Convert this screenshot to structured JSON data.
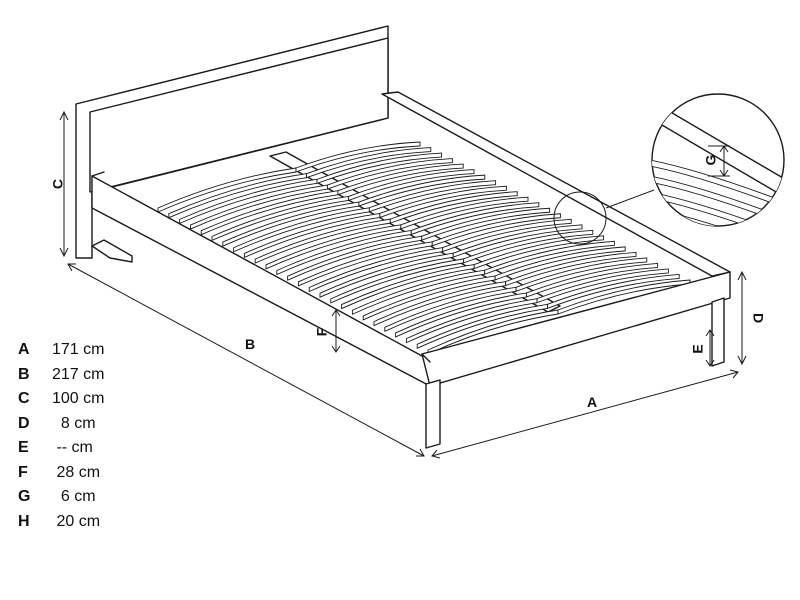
{
  "dimension_labels": {
    "a": "A",
    "b": "B",
    "c": "C",
    "d": "D",
    "e": "E",
    "f": "F",
    "g": "G"
  },
  "legend": [
    {
      "letter": "A",
      "value": "171 cm"
    },
    {
      "letter": "B",
      "value": "217 cm"
    },
    {
      "letter": "C",
      "value": "100 cm"
    },
    {
      "letter": "D",
      "value": "  8 cm"
    },
    {
      "letter": "E",
      "value": " -- cm"
    },
    {
      "letter": "F",
      "value": " 28 cm"
    },
    {
      "letter": "G",
      "value": "  6 cm"
    },
    {
      "letter": "H",
      "value": " 20 cm"
    }
  ],
  "colors": {
    "line": "#1a1a1a",
    "background": "#ffffff"
  }
}
